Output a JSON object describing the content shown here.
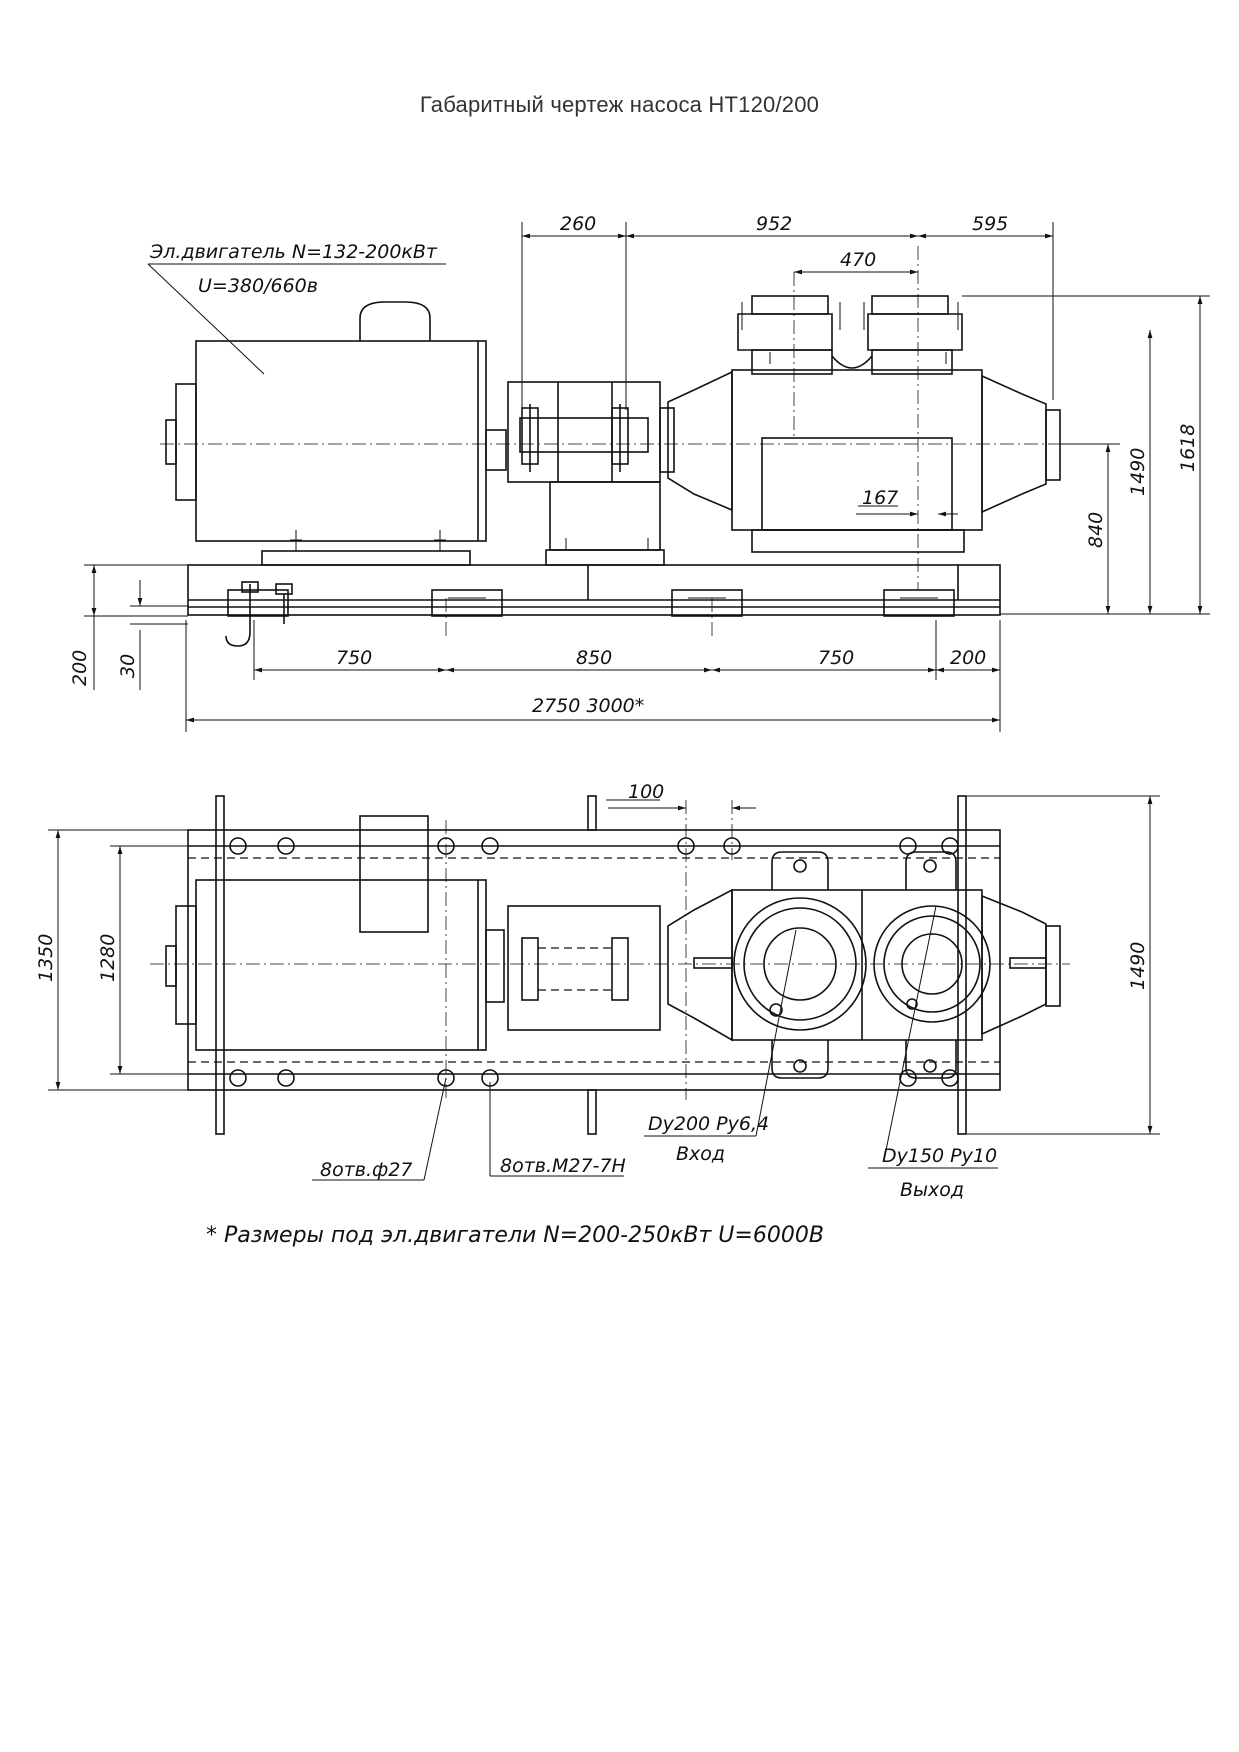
{
  "title": "Габаритный чертеж насоса  НТ120/200",
  "side_view": {
    "motor_label_1": "Эл.двигатель N=132-200кВт",
    "motor_label_2": "U=380/660в",
    "dim_top_1": "260",
    "dim_top_2": "952",
    "dim_top_3": "595",
    "dim_470": "470",
    "dim_167": "167",
    "dim_840": "840",
    "dim_1490": "1490",
    "dim_1618": "1618",
    "dim_200_v": "200",
    "dim_30": "30",
    "dim_750_a": "750",
    "dim_850": "850",
    "dim_750_b": "750",
    "dim_200_h": "200",
    "dim_total": "2750   3000*"
  },
  "plan_view": {
    "dim_100": "100",
    "dim_1350": "1350",
    "dim_1280": "1280",
    "dim_1490": "1490",
    "hole_label_1": "8отв.ф27",
    "hole_label_2": "8отв.М27-7Н",
    "inlet_label_1": "Dy200 Py6,4",
    "inlet_label_2": "Вход",
    "outlet_label_1": "Dy150 Py10",
    "outlet_label_2": "Выход"
  },
  "footnote": "* Размеры под эл.двигатели N=200-250кВт  U=6000В"
}
